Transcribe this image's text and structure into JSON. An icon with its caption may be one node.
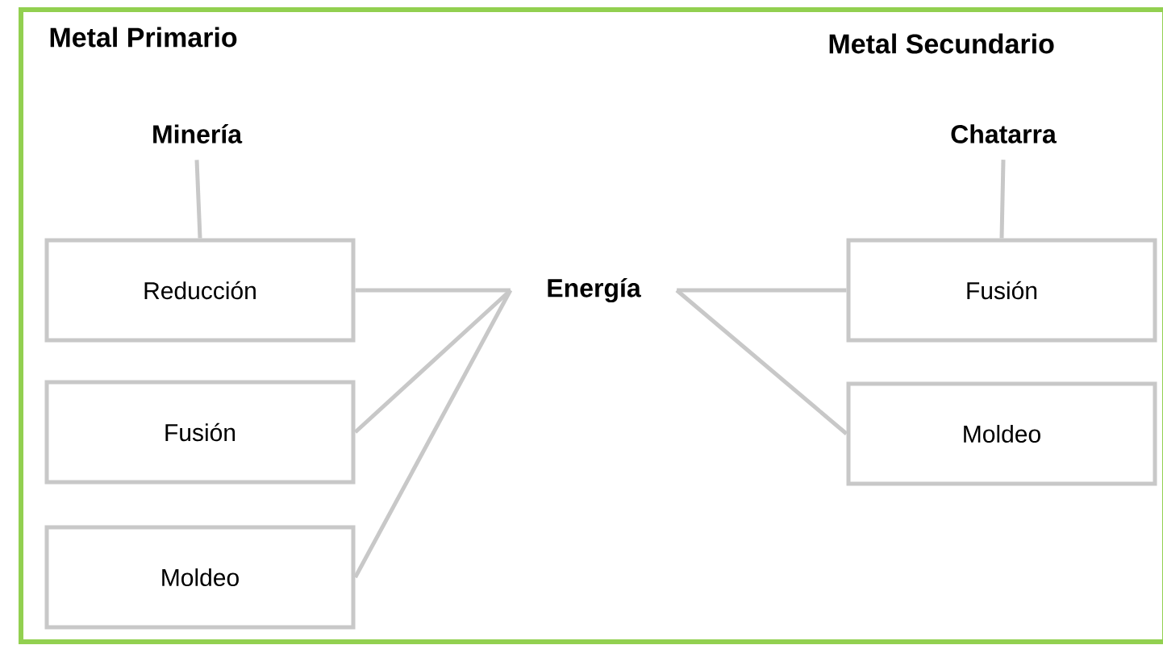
{
  "diagram": {
    "nodes": [
      {
        "text": [
          "Minería"
        ]
      },
      {
        "text": [
          "Reducción"
        ]
      },
      {
        "text": [
          "Fusión"
        ]
      },
      {
        "text": [
          "Moldeo"
        ]
      },
      {
        "text": [
          "Energía"
        ]
      },
      {
        "text": [
          "Chatarra"
        ]
      },
      {
        "text": [
          "Fusión"
        ]
      },
      {
        "text": [
          "Moldeo"
        ]
      }
    ],
    "edges": [
      {
        "from": 0,
        "to": 1,
        "arrow": "none"
      },
      {
        "from": 1,
        "to": 4,
        "arrow": "none"
      },
      {
        "from": 2,
        "to": 4,
        "arrow": "none"
      },
      {
        "from": 3,
        "to": 4,
        "arrow": "none"
      },
      {
        "from": 5,
        "to": 6,
        "arrow": "none"
      },
      {
        "from": 4,
        "to": 6,
        "arrow": "none"
      },
      {
        "from": 4,
        "to": 7,
        "arrow": "none"
      }
    ],
    "labels": [
      "Metal Primario",
      "Metal Secundario"
    ]
  }
}
